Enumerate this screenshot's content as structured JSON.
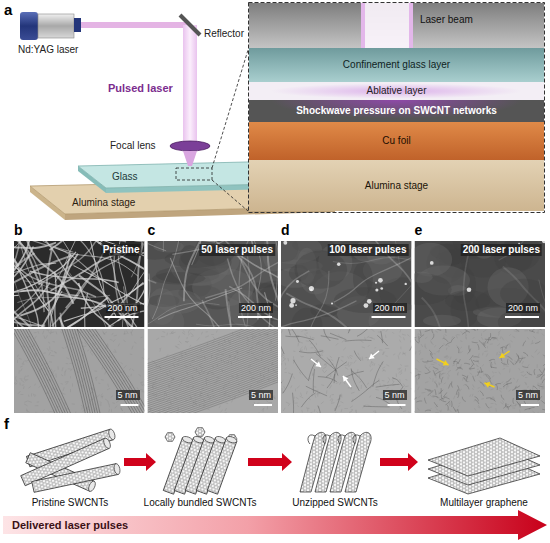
{
  "diagram": {
    "nodes": [
      {
        "text": [
          "Confinement glass layer"
        ]
      },
      {
        "text": [
          "Ablative layer"
        ]
      },
      {
        "text": [
          "Shockwave pressure on SWCNT networks"
        ]
      },
      {
        "text": [
          "Cu foil"
        ]
      },
      {
        "text": [
          "Alumina stage"
        ]
      }
    ],
    "labels": [
      "a",
      "Nd:YAG laser",
      "Reflector",
      "Pulsed laser",
      "Focal lens",
      "Glass",
      "Alumina stage",
      "Laser beam",
      "b",
      "Pristine",
      "200 nm",
      "5 nm",
      "c",
      "50 laser pulses",
      "200 nm",
      "5 nm",
      "d",
      "100 laser pulses",
      "200 nm",
      "5 nm",
      "e",
      "200 laser pulses",
      "200 nm",
      "5 nm",
      "f",
      "Pristine SWCNTs",
      "Locally bundled SWCNTs",
      "Unzipped SWCNTs",
      "Multilayer graphene",
      "Delivered laser pulses"
    ]
  }
}
